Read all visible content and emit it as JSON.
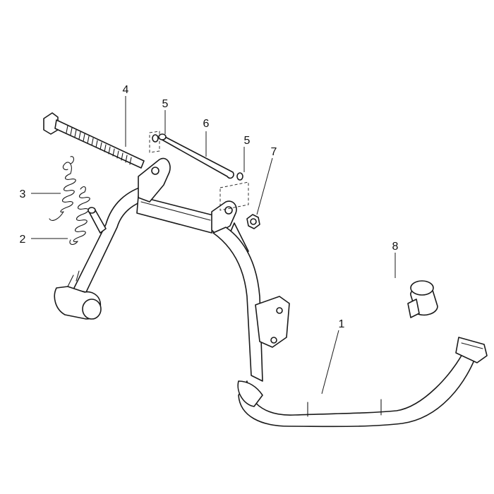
{
  "diagram": {
    "callouts": {
      "c1": "1",
      "c2": "2",
      "c3": "3",
      "c4": "4",
      "c5a": "5",
      "c5b": "5",
      "c6": "6",
      "c7": "7",
      "c8": "8"
    },
    "line_color": "#1a1a1a",
    "background": "#ffffff"
  }
}
